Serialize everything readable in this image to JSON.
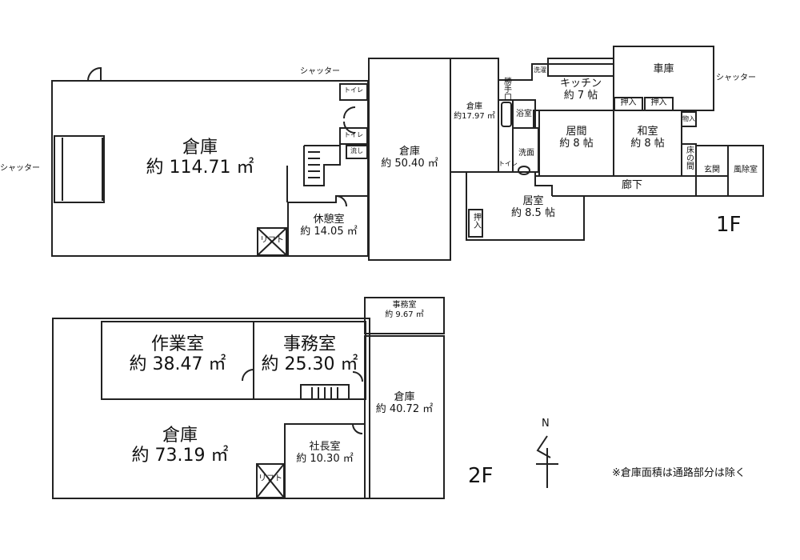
{
  "floor_1": {
    "floor_label": "1F",
    "rooms": {
      "warehouse_main": {
        "name": "倉庫",
        "area": "約 114.71 ㎡"
      },
      "rest_room": {
        "name": "休憩室",
        "area": "約 14.05 ㎡"
      },
      "warehouse_mid": {
        "name": "倉庫",
        "area": "約 50.40 ㎡"
      },
      "warehouse_small": {
        "name": "倉庫",
        "area": "約17.97 ㎡"
      },
      "kitchen": {
        "name": "キッチン",
        "area": "約 7 帖"
      },
      "garage": {
        "name": "車庫"
      },
      "living": {
        "name": "居間",
        "area": "約 8 帖"
      },
      "washitsu": {
        "name": "和室",
        "area": "約 8 帖"
      },
      "bedroom": {
        "name": "居室",
        "area": "約 8.5 帖"
      },
      "corridor": {
        "name": "廊下"
      },
      "entrance": {
        "name": "玄関"
      },
      "windbreak": {
        "name": "風除室"
      },
      "bath": {
        "name": "浴室"
      },
      "washroom": {
        "name": "洗面"
      },
      "laundry": {
        "name": "洗濯"
      },
      "back_door": {
        "name": "勝手口"
      },
      "tokonoma": {
        "name": "床の間"
      },
      "storage_closet": {
        "name": "物入"
      },
      "oshiire_1": {
        "name": "押入"
      },
      "oshiire_2": {
        "name": "押入"
      },
      "oshiire_3": {
        "name": "押入"
      },
      "toilet_1": {
        "name": "トイレ"
      },
      "toilet_2": {
        "name": "トイレ"
      },
      "toilet_3": {
        "name": "トイレ"
      },
      "sink": {
        "name": "流し"
      },
      "lift": {
        "name": "リフト"
      }
    },
    "shutter_labels": [
      "シャッター",
      "シャッター",
      "シャッター"
    ]
  },
  "floor_2": {
    "floor_label": "2F",
    "rooms": {
      "workroom": {
        "name": "作業室",
        "area": "約 38.47 ㎡"
      },
      "office_main": {
        "name": "事務室",
        "area": "約 25.30 ㎡"
      },
      "office_small": {
        "name": "事務室",
        "area": "約 9.67 ㎡"
      },
      "warehouse_east": {
        "name": "倉庫",
        "area": "約 40.72 ㎡"
      },
      "warehouse_main": {
        "name": "倉庫",
        "area": "約 73.19 ㎡"
      },
      "president_room": {
        "name": "社長室",
        "area": "約 10.30 ㎡"
      },
      "lift": {
        "name": "リフト"
      }
    }
  },
  "compass": {
    "label": "N"
  },
  "note": "※倉庫面積は通路部分は除く"
}
